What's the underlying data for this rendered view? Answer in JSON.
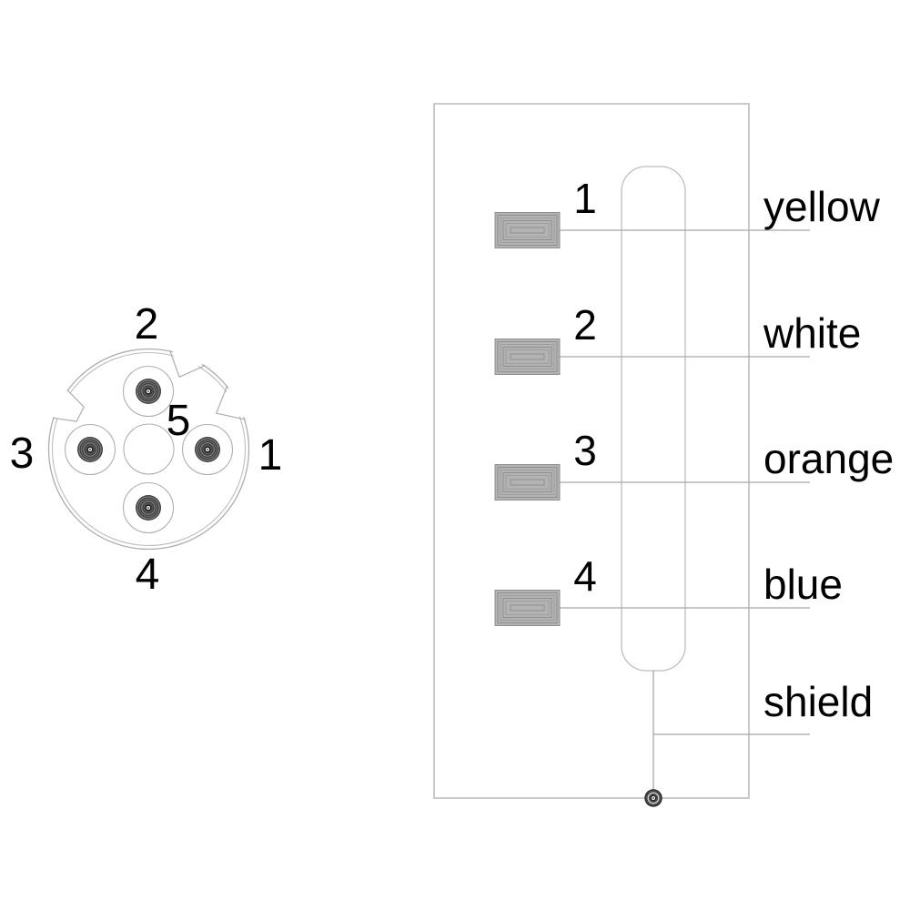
{
  "connector_face": {
    "pins": [
      {
        "label": "1",
        "position": "right"
      },
      {
        "label": "2",
        "position": "top"
      },
      {
        "label": "3",
        "position": "left"
      },
      {
        "label": "4",
        "position": "bottom"
      },
      {
        "label": "5",
        "position": "center"
      }
    ]
  },
  "wiring": {
    "rows": [
      {
        "pin": "1",
        "wire": "yellow"
      },
      {
        "pin": "2",
        "wire": "white"
      },
      {
        "pin": "3",
        "wire": "orange"
      },
      {
        "pin": "4",
        "wire": "blue"
      }
    ],
    "shield_label": "shield"
  },
  "colors": {
    "outline_gray": "#adadad",
    "box_gray": "#c4c4c4",
    "wire_line_gray": "#a6a6a6",
    "terminal_fill": "#b3b3b3",
    "terminal_ring": "#8f8f8f",
    "contact_dark": "#404040",
    "text": "#000000"
  }
}
